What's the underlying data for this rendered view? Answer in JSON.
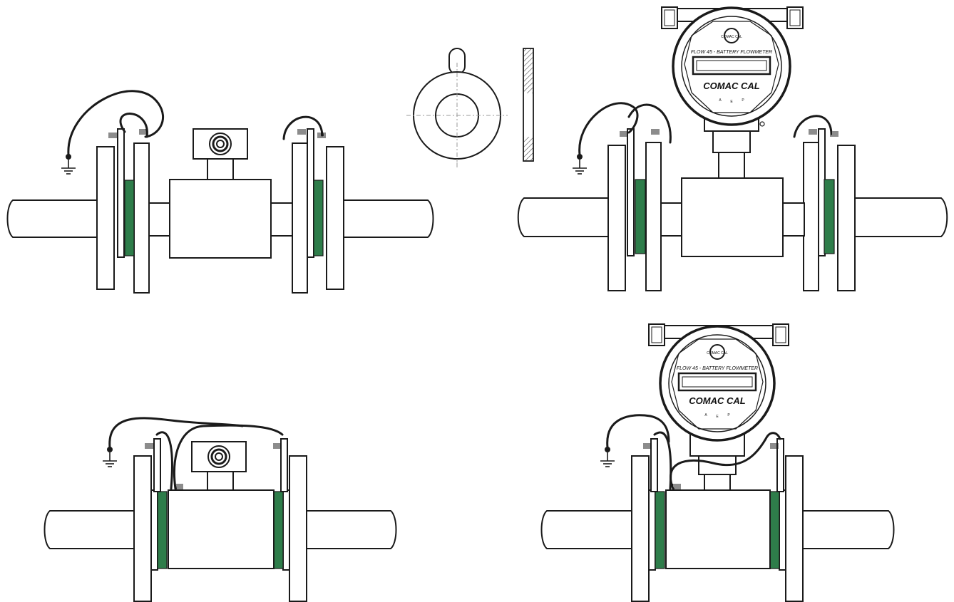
{
  "colors": {
    "line": "#1a1a1a",
    "gasket": "#2e7d4a",
    "hatch": "#555555",
    "background": "#ffffff"
  },
  "transmitter_top": {
    "model_text": "FLOW 45 - BATTERY FLOWMETER",
    "brand_text": "COMAC CAL",
    "logo_text": "COMAC CAL",
    "button_labels": [
      "A",
      "E",
      "P"
    ]
  },
  "transmitter_bottom": {
    "model_text": "FLOW 45 - BATTERY FLOWMETER",
    "brand_text": "COMAC CAL",
    "logo_text": "COMAC CAL",
    "button_labels": [
      "A",
      "E",
      "P"
    ]
  },
  "icons": [
    "ground-icon",
    "grounding-ring-icon",
    "junction-box-icon",
    "transmitter-head-icon"
  ]
}
